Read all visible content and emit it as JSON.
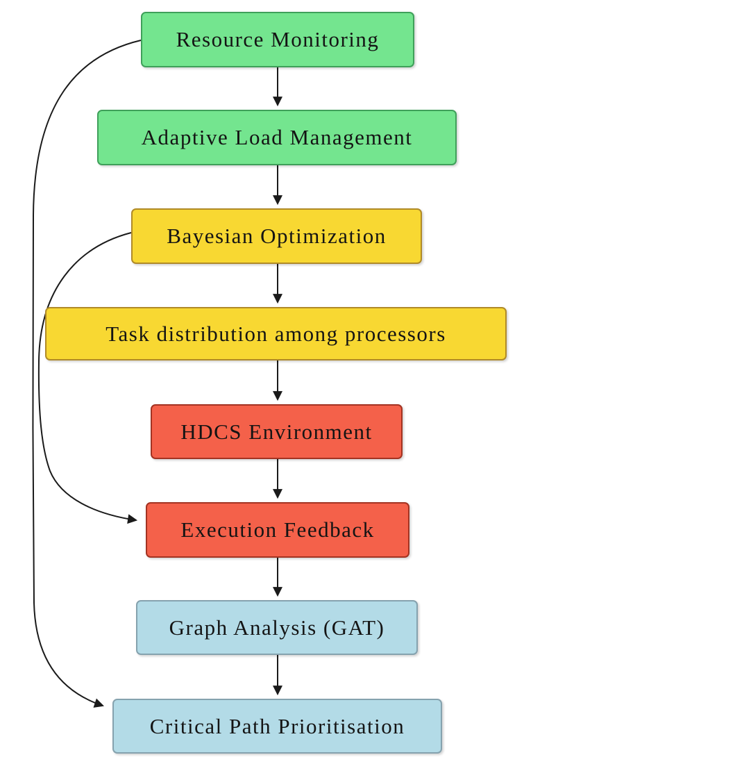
{
  "diagram": {
    "background_color": "#ffffff",
    "arrow_color": "#1a1a1a",
    "nodes": [
      {
        "id": "resource-monitoring",
        "label": "Resource Monitoring",
        "fill": "#74e58f",
        "border": "#3fa05a",
        "group": "green"
      },
      {
        "id": "adaptive-load-management",
        "label": "Adaptive Load Management",
        "fill": "#74e58f",
        "border": "#3fa05a",
        "group": "green"
      },
      {
        "id": "bayesian-optimization",
        "label": "Bayesian Optimization",
        "fill": "#f8d832",
        "border": "#b08a28",
        "group": "yellow"
      },
      {
        "id": "task-distribution",
        "label": "Task distribution among processors",
        "fill": "#f4614a",
        "border": "#a33322",
        "group": "yellow"
      },
      {
        "id": "hdcs-environment",
        "label": "HDCS Environment",
        "fill": "#f4614a",
        "border": "#a33322",
        "group": "red"
      },
      {
        "id": "execution-feedback",
        "label": "Execution Feedback",
        "fill": "#f4614a",
        "border": "#a33322",
        "group": "red"
      },
      {
        "id": "graph-analysis",
        "label": "Graph Analysis (GAT)",
        "fill": "#b3dbe7",
        "border": "#85a2ae",
        "group": "blue"
      },
      {
        "id": "critical-path",
        "label": "Critical Path Prioritisation",
        "fill": "#b3dbe7",
        "border": "#85a2ae",
        "group": "blue"
      }
    ],
    "node_fill_overrides": {
      "task-distribution-fill": "#f8d832",
      "task-distribution-border": "#b08a28"
    },
    "edges": [
      {
        "from": "resource-monitoring",
        "to": "adaptive-load-management",
        "type": "straight"
      },
      {
        "from": "adaptive-load-management",
        "to": "bayesian-optimization",
        "type": "straight"
      },
      {
        "from": "bayesian-optimization",
        "to": "task-distribution",
        "type": "straight"
      },
      {
        "from": "task-distribution",
        "to": "hdcs-environment",
        "type": "straight"
      },
      {
        "from": "hdcs-environment",
        "to": "execution-feedback",
        "type": "straight"
      },
      {
        "from": "execution-feedback",
        "to": "graph-analysis",
        "type": "straight"
      },
      {
        "from": "graph-analysis",
        "to": "critical-path",
        "type": "straight"
      },
      {
        "from": "bayesian-optimization",
        "to": "execution-feedback",
        "type": "curved-left"
      },
      {
        "from": "resource-monitoring",
        "to": "critical-path",
        "type": "curved-left"
      }
    ]
  }
}
